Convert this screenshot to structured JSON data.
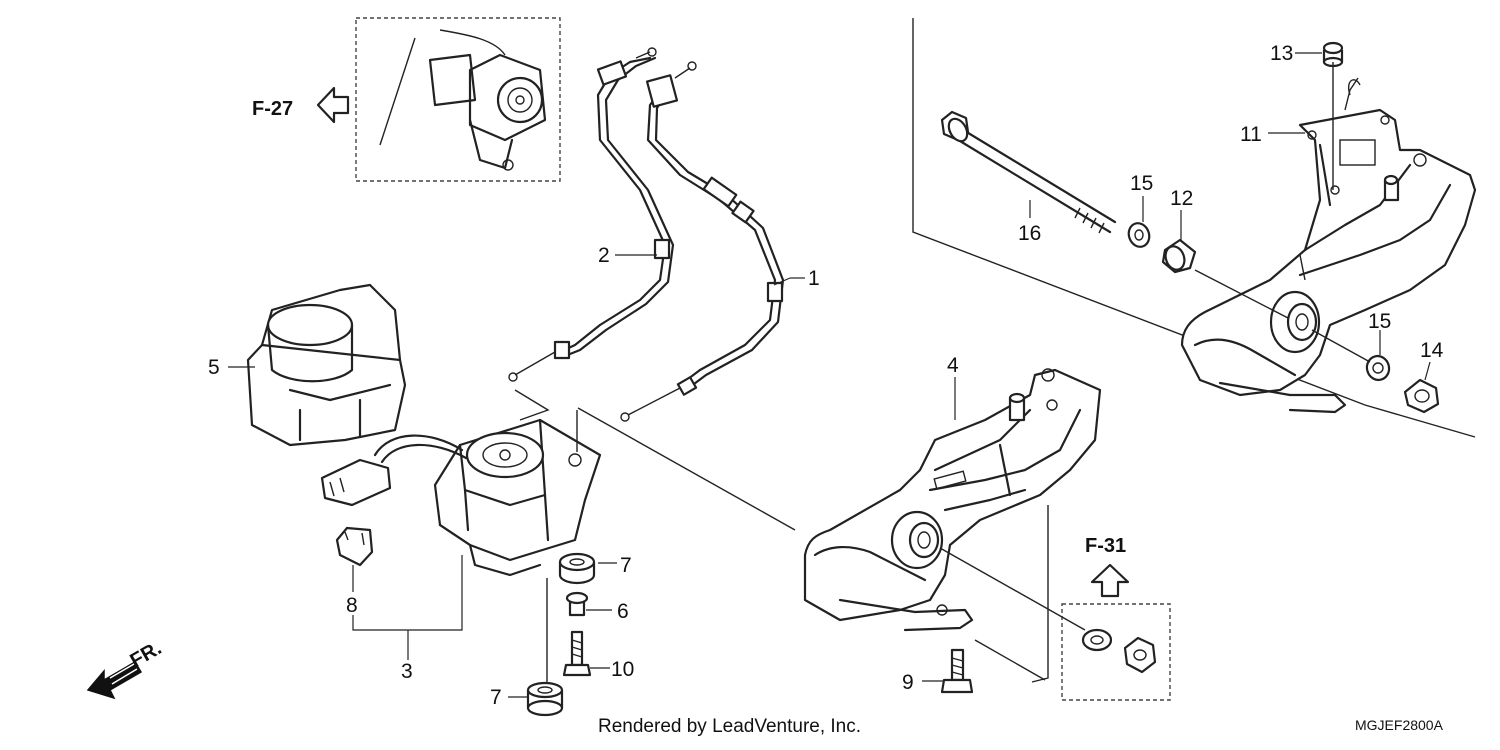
{
  "diagram": {
    "callouts": [
      "1",
      "2",
      "3",
      "4",
      "5",
      "6",
      "7",
      "7",
      "8",
      "9",
      "10",
      "11",
      "12",
      "13",
      "14",
      "15",
      "15",
      "16"
    ],
    "references": {
      "f27": "F-27",
      "f31": "F-31",
      "front": "FR."
    },
    "credit": "Rendered by LeadVenture, Inc.",
    "diagram_code": "MGJEF2800A"
  }
}
